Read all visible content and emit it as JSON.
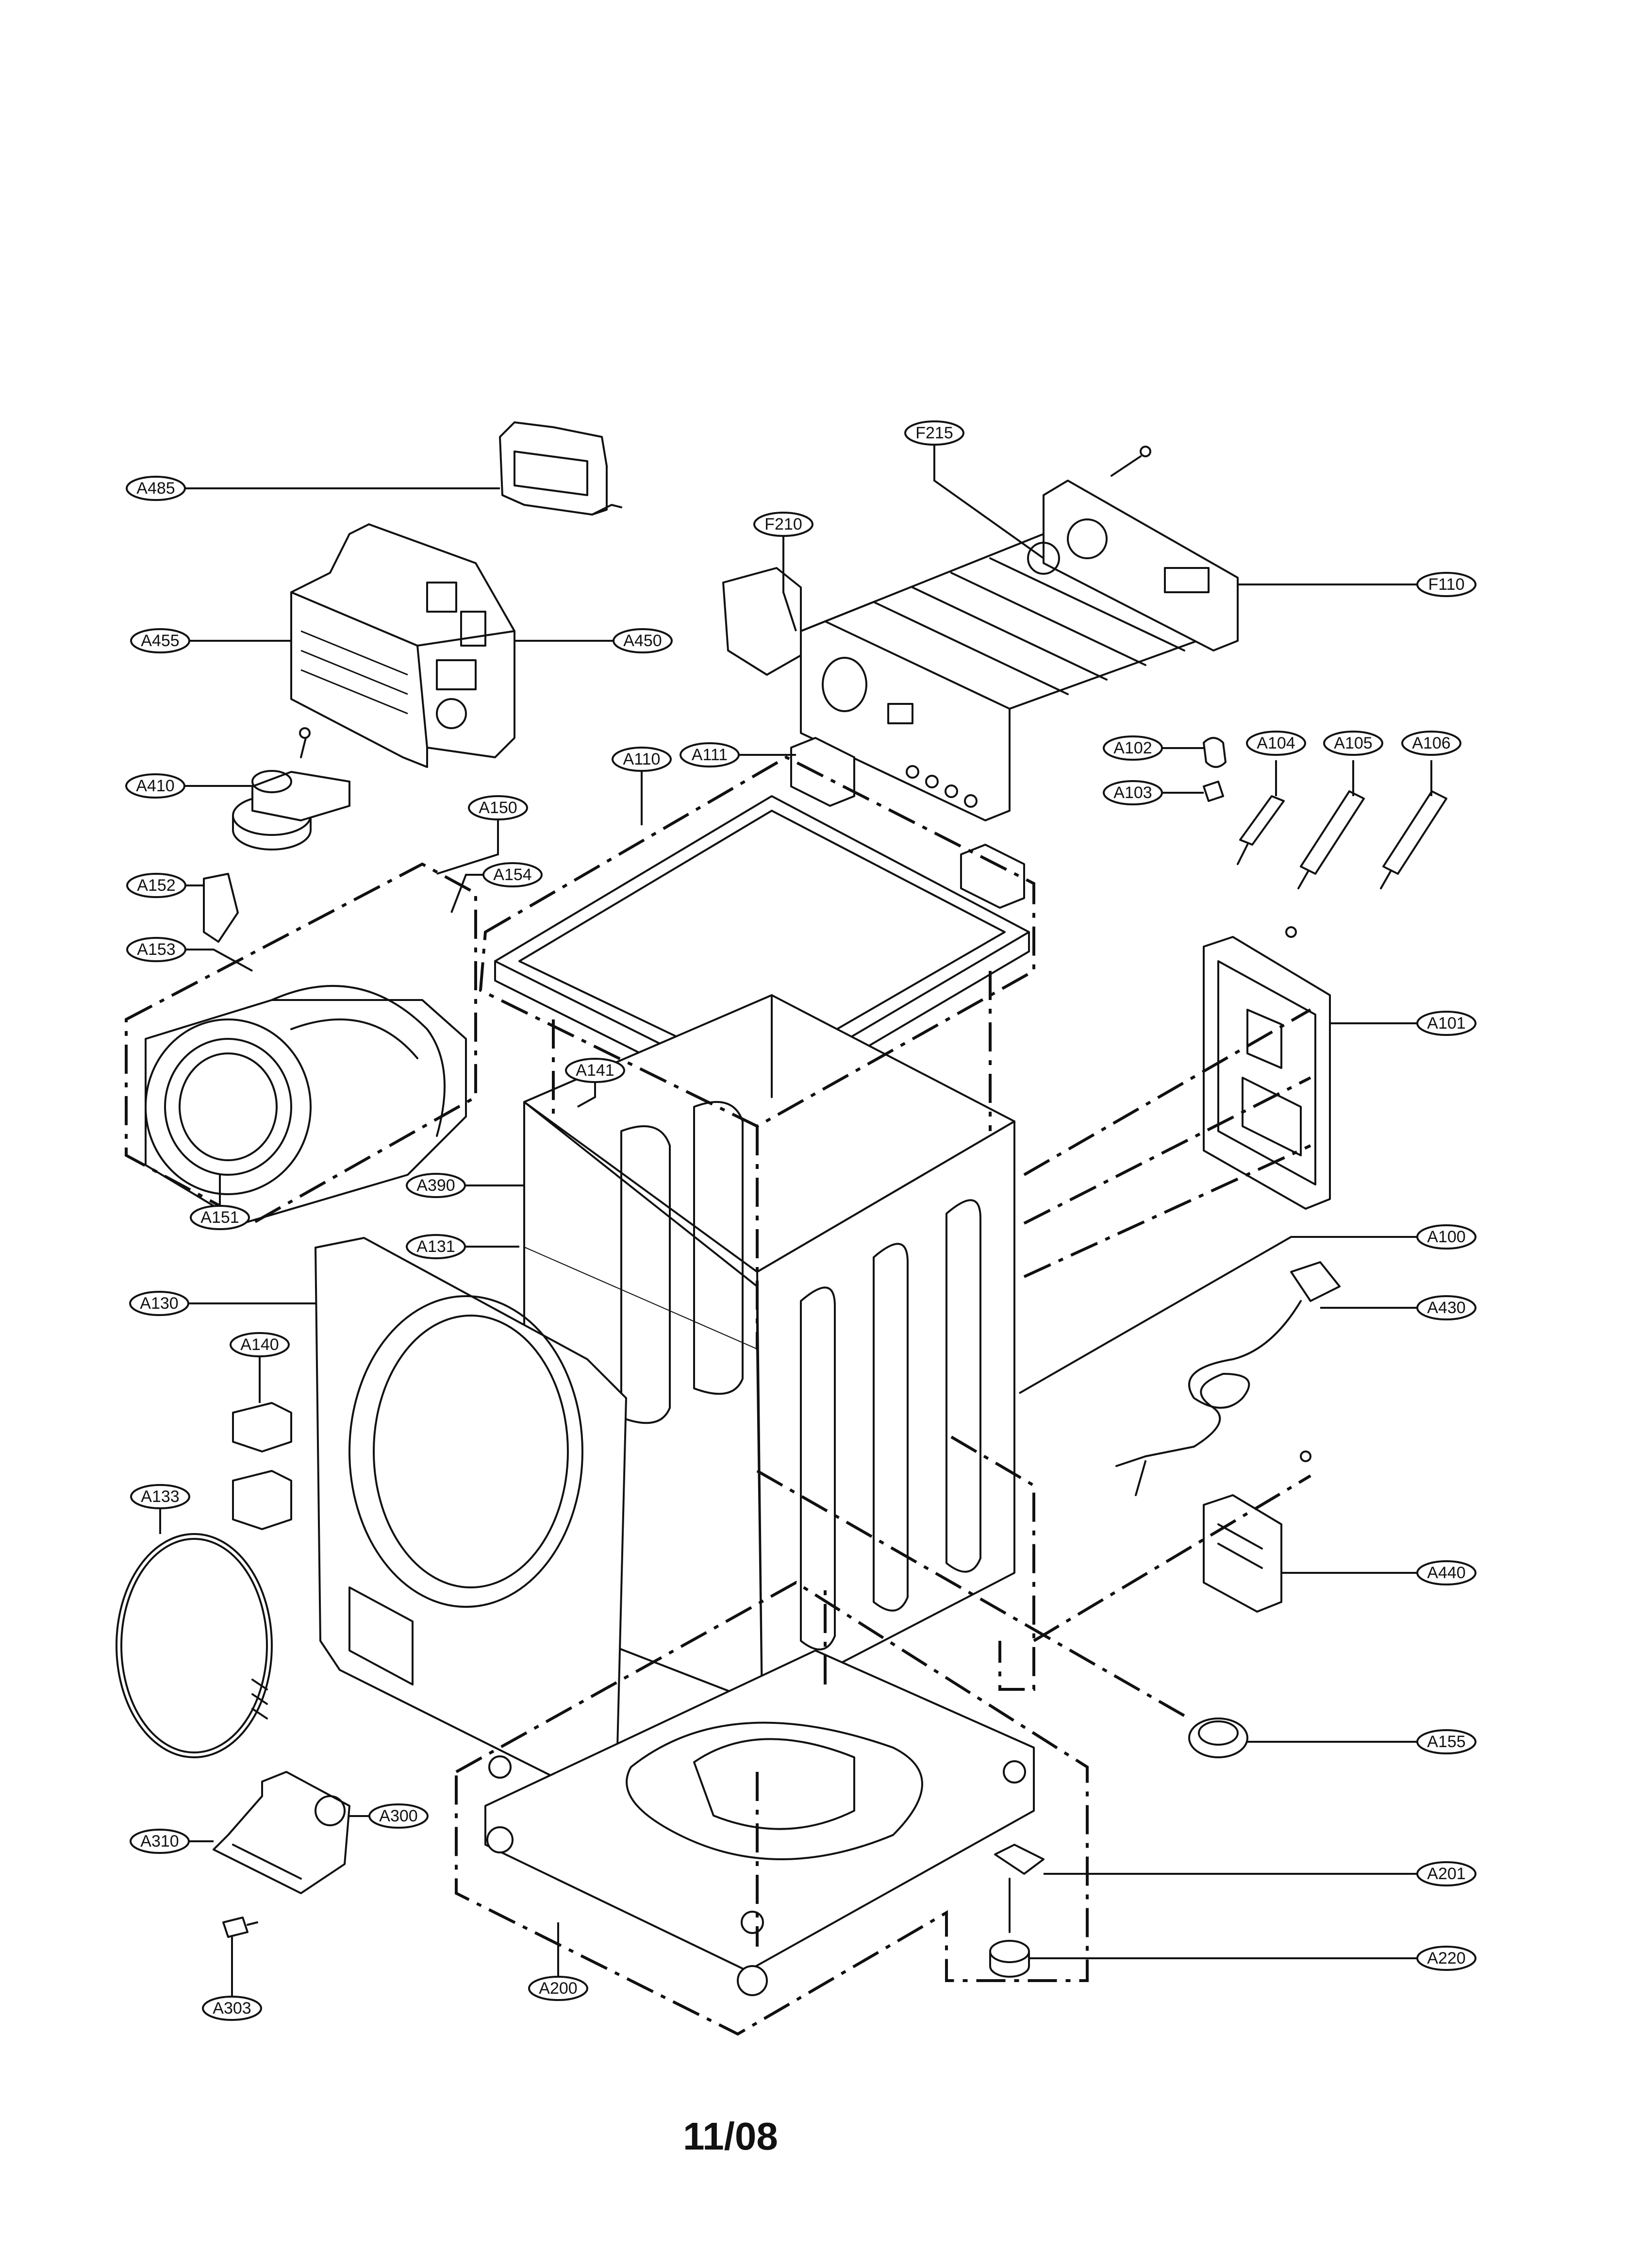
{
  "callouts": [
    {
      "id": "A485",
      "label": "A485"
    },
    {
      "id": "F215",
      "label": "F215"
    },
    {
      "id": "F210",
      "label": "F210"
    },
    {
      "id": "F110",
      "label": "F110"
    },
    {
      "id": "A455",
      "label": "A455"
    },
    {
      "id": "A450",
      "label": "A450"
    },
    {
      "id": "A410",
      "label": "A410"
    },
    {
      "id": "A110",
      "label": "A110"
    },
    {
      "id": "A111",
      "label": "A111"
    },
    {
      "id": "A102",
      "label": "A102"
    },
    {
      "id": "A104",
      "label": "A104"
    },
    {
      "id": "A105",
      "label": "A105"
    },
    {
      "id": "A106",
      "label": "A106"
    },
    {
      "id": "A103",
      "label": "A103"
    },
    {
      "id": "A150",
      "label": "A150"
    },
    {
      "id": "A152",
      "label": "A152"
    },
    {
      "id": "A154",
      "label": "A154"
    },
    {
      "id": "A153",
      "label": "A153"
    },
    {
      "id": "A101",
      "label": "A101"
    },
    {
      "id": "A141",
      "label": "A141"
    },
    {
      "id": "A151",
      "label": "A151"
    },
    {
      "id": "A390",
      "label": "A390"
    },
    {
      "id": "A131",
      "label": "A131"
    },
    {
      "id": "A100",
      "label": "A100"
    },
    {
      "id": "A130",
      "label": "A130"
    },
    {
      "id": "A430",
      "label": "A430"
    },
    {
      "id": "A140",
      "label": "A140"
    },
    {
      "id": "A133",
      "label": "A133"
    },
    {
      "id": "A440",
      "label": "A440"
    },
    {
      "id": "A155",
      "label": "A155"
    },
    {
      "id": "A300",
      "label": "A300"
    },
    {
      "id": "A310",
      "label": "A310"
    },
    {
      "id": "A201",
      "label": "A201"
    },
    {
      "id": "A220",
      "label": "A220"
    },
    {
      "id": "A200",
      "label": "A200"
    },
    {
      "id": "A303",
      "label": "A303"
    }
  ],
  "footer": {
    "date_code": "11/08"
  }
}
